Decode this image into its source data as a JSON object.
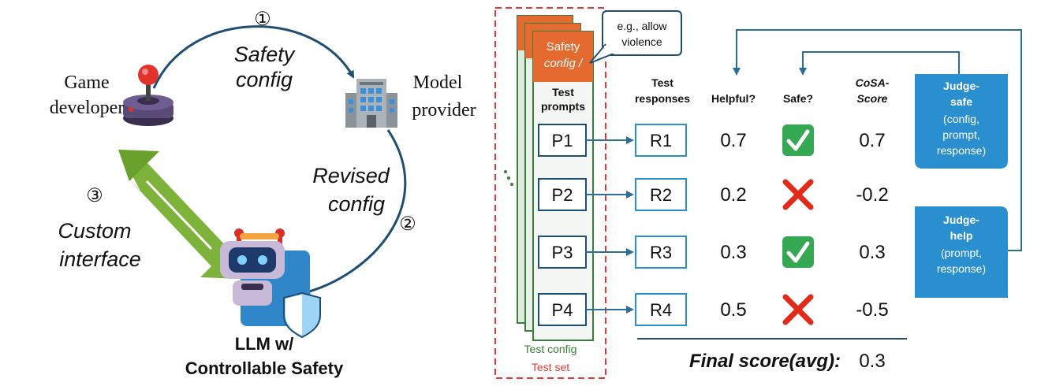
{
  "left": {
    "step1": "①",
    "step2": "②",
    "step3": "③",
    "safety_config": [
      "Safety",
      "config"
    ],
    "revised_config": [
      "Revised",
      "config"
    ],
    "custom_interface": [
      "Custom",
      "interface"
    ],
    "game_developer": [
      "Game",
      "developer"
    ],
    "model_provider": [
      "Model",
      "provider"
    ],
    "llm_title": [
      "LLM w/",
      "Controllable Safety"
    ]
  },
  "right": {
    "bubble": [
      "e.g., allow",
      "violence"
    ],
    "safety_config_card": [
      "Safety",
      "config /"
    ],
    "test_prompts_header": [
      "Test",
      "prompts"
    ],
    "test_config_label": "Test config",
    "test_set_label": "Test set",
    "columns": {
      "test_responses": [
        "Test",
        "responses"
      ],
      "helpful": "Helpful?",
      "safe": "Safe?",
      "cosa": [
        "CoSA-",
        "Score"
      ]
    },
    "rows": [
      {
        "prompt": "P1",
        "response": "R1",
        "helpful": "0.7",
        "safe": true,
        "score": "0.7"
      },
      {
        "prompt": "P2",
        "response": "R2",
        "helpful": "0.2",
        "safe": false,
        "score": "-0.2"
      },
      {
        "prompt": "P3",
        "response": "R3",
        "helpful": "0.3",
        "safe": true,
        "score": "0.3"
      },
      {
        "prompt": "P4",
        "response": "R4",
        "helpful": "0.5",
        "safe": false,
        "score": "-0.5"
      }
    ],
    "judge_safe": [
      "Judge-",
      "safe",
      "(config,",
      "prompt,",
      "response)"
    ],
    "judge_help": [
      "Judge-",
      "help",
      "(prompt,",
      "response)"
    ],
    "final_score_label": "Final score(avg):",
    "final_score_value": "0.3"
  },
  "colors": {
    "arc": "#1e4f73",
    "green_arrow": "#7db33a",
    "orange_card": "#e56a2f",
    "card_green_border": "#3b7d3b",
    "test_set_red": "#e53935",
    "judge_blue": "#2a8fcf",
    "box_border": "#2a6f97",
    "check_green": "#35a853",
    "cross_red": "#e02a1a"
  },
  "icons": [
    "joystick-icon",
    "building-icon",
    "robot-icon",
    "shield-icon",
    "check-icon",
    "cross-icon"
  ]
}
